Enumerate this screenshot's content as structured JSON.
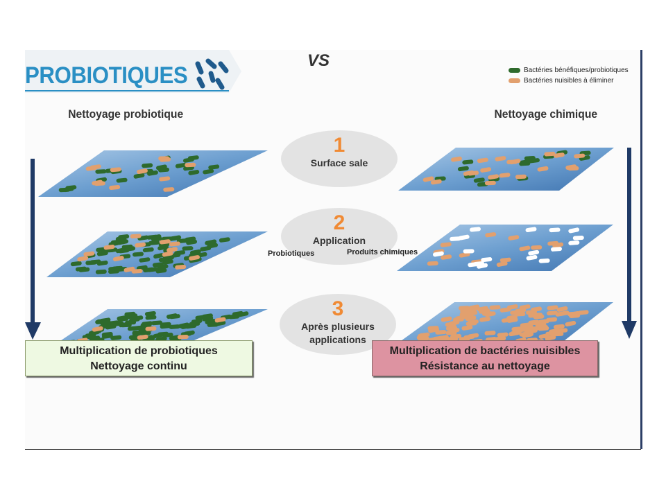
{
  "title": "PROBIOTIQUES",
  "legend": [
    {
      "label": "Bactéries bénéfiques/probiotiques",
      "color": "#2e6a2c"
    },
    {
      "label": "Bactéries nuisibles à éliminer",
      "color": "#e2a06e"
    }
  ],
  "left_heading": "Nettoyage probiotique",
  "right_heading": "Nettoyage chimique",
  "vs_label": "VS",
  "steps": [
    {
      "number": "1",
      "line1": "Surface sale",
      "line2": ""
    },
    {
      "number": "2",
      "line1": "Application",
      "line2": ""
    },
    {
      "number": "3",
      "line1": "Après plusieurs",
      "line2": "applications"
    }
  ],
  "step2_left_label": "Probiotiques",
  "step2_right_label": "Produits chimiques",
  "result_left": {
    "line1": "Multiplication de probiotiques",
    "line2": "Nettoyage continu"
  },
  "result_right": {
    "line1": "Multiplication de bactéries nuisibles",
    "line2": "Résistance au nettoyage"
  },
  "colors": {
    "accent_orange": "#f08a34",
    "title_blue": "#2a8fc4",
    "arrow_navy": "#1f3a66",
    "good_bacteria": "#2e6a2c",
    "bad_bacteria": "#e2a06e",
    "chemical": "#ffffff"
  }
}
